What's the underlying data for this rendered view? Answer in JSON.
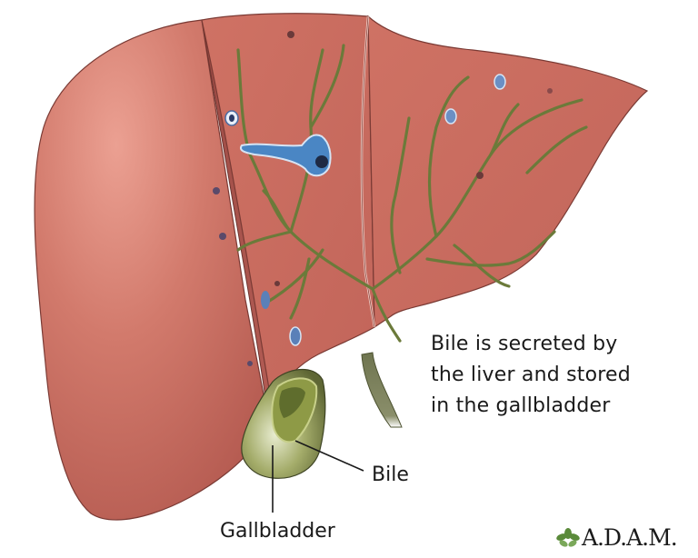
{
  "figure": {
    "subject": "Liver and gallbladder cross-section illustration",
    "caption_lines": [
      "Bile is secreted by",
      "the liver and stored",
      "in the gallbladder"
    ],
    "labels": {
      "bile": "Bile",
      "gallbladder": "Gallbladder"
    },
    "credit": {
      "logo_icon": "leaf-icon",
      "text": "A.D.A.M."
    }
  },
  "colors": {
    "liver_surface": "#c96a5f",
    "liver_highlight": "#e69a8c",
    "liver_cut": "#c8685c",
    "bile_duct": "#6e7a3a",
    "vessel_blue": "#4a7fb8",
    "gallbladder": "#8f9a48",
    "background": "#ffffff"
  }
}
